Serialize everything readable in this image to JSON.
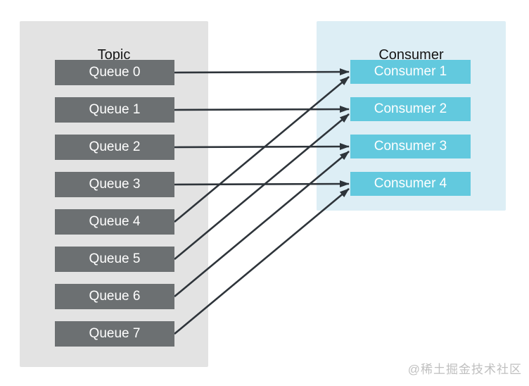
{
  "topic_panel": {
    "title": "Topic",
    "queues": [
      "Queue 0",
      "Queue 1",
      "Queue 2",
      "Queue 3",
      "Queue 4",
      "Queue 5",
      "Queue 6",
      "Queue 7"
    ]
  },
  "consumer_panel": {
    "title": "Consumer",
    "consumers": [
      "Consumer 1",
      "Consumer 2",
      "Consumer 3",
      "Consumer 4"
    ]
  },
  "edges": [
    {
      "from_queue": 0,
      "to_consumer": 0
    },
    {
      "from_queue": 1,
      "to_consumer": 1
    },
    {
      "from_queue": 2,
      "to_consumer": 2
    },
    {
      "from_queue": 3,
      "to_consumer": 3
    },
    {
      "from_queue": 4,
      "to_consumer": 0
    },
    {
      "from_queue": 5,
      "to_consumer": 1
    },
    {
      "from_queue": 6,
      "to_consumer": 2
    },
    {
      "from_queue": 7,
      "to_consumer": 3
    }
  ],
  "watermark": "@稀土掘金技术社区",
  "colors": {
    "topic_panel_bg": "#e3e3e3",
    "consumer_panel_bg": "#ddeef5",
    "queue_box_bg": "#6c7072",
    "consumer_box_bg": "#62c9de",
    "arrow": "#2e343a",
    "box_text": "#ffffff",
    "title_text": "#151515",
    "watermark_text": "#bfbfbf"
  }
}
